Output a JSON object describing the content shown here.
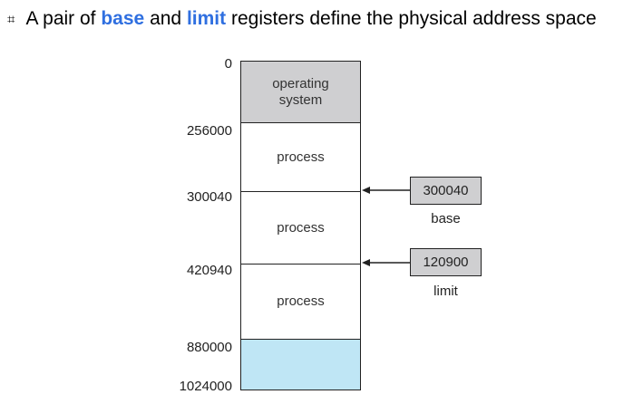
{
  "headline": {
    "bullet": "⌗",
    "prefix": "A pair of",
    "word_base": "base",
    "and": "and",
    "word_limit": "limit",
    "suffix": "registers define the physical address space"
  },
  "memory": {
    "addresses": [
      "0",
      "256000",
      "300040",
      "420940",
      "880000",
      "1024000"
    ],
    "segments": [
      {
        "label_line1": "operating",
        "label_line2": "system",
        "color": "#cfcfd1"
      },
      {
        "label": "process"
      },
      {
        "label": "process"
      },
      {
        "label": "process"
      },
      {
        "label": "",
        "color": "#bfe6f5"
      }
    ]
  },
  "registers": {
    "base": {
      "value": "300040",
      "label": "base"
    },
    "limit": {
      "value": "120900",
      "label": "limit"
    }
  },
  "colors": {
    "keyword": "#2f6fe0",
    "os": "#cfcfd1",
    "free": "#bfe6f5"
  }
}
